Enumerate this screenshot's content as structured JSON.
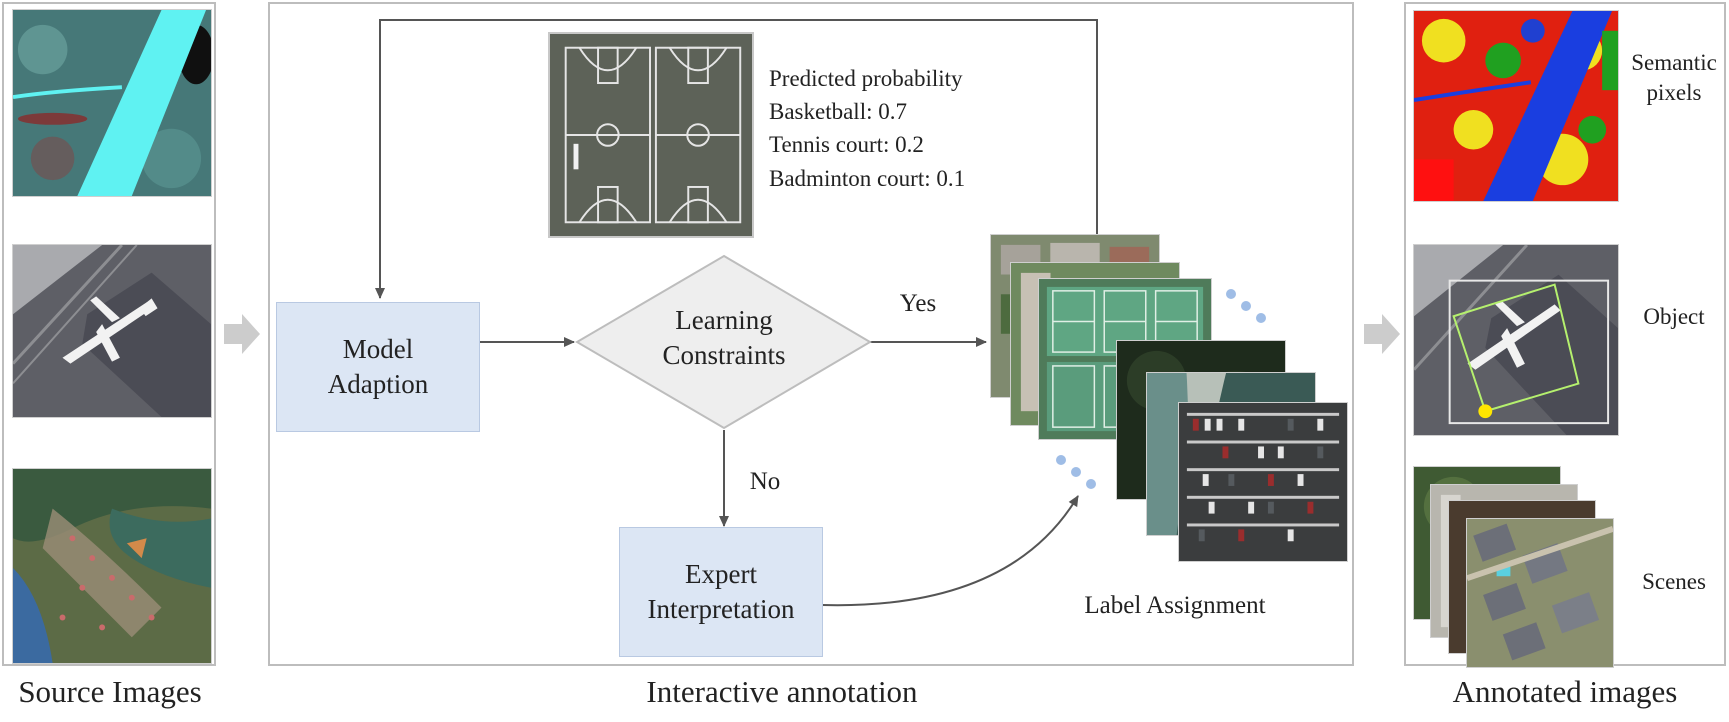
{
  "captions": {
    "source": "Source Images",
    "interactive": "Interactive annotation",
    "annotated": "Annotated images"
  },
  "flow": {
    "model_adaption": [
      "Model",
      "Adaption"
    ],
    "learning_constraints": [
      "Learning",
      "Constraints"
    ],
    "expert_interpretation": [
      "Expert",
      "Interpretation"
    ],
    "yes": "Yes",
    "no": "No",
    "label_assignment": "Label Assignment"
  },
  "prediction": {
    "title": "Predicted probability",
    "items": [
      "Basketball: 0.7",
      "Tennis court: 0.2",
      "Badminton court: 0.1"
    ]
  },
  "annotated_labels": {
    "semantic": [
      "Semantic",
      "pixels"
    ],
    "object": "Object",
    "scenes": "Scenes"
  },
  "colors": {
    "box_fill": "#dce6f4",
    "panel_border": "#bdbdbd",
    "arrow_gray": "#cccccc",
    "ellipsis_blue": "#9fbde6",
    "bbox_green": "#b5f06e",
    "keypoint_yellow": "#ffe600"
  },
  "icons": [
    "right-arrow-icon",
    "ellipsis-dots-icon"
  ]
}
